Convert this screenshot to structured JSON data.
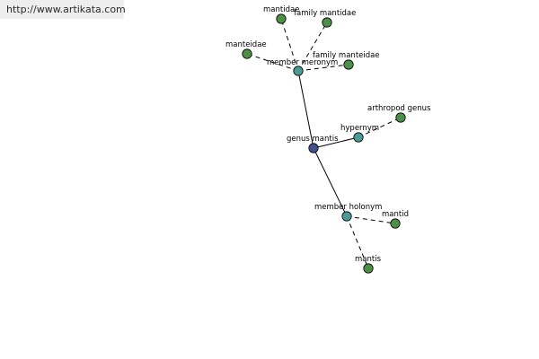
{
  "banner": {
    "url": "http://www.artikata.com"
  },
  "graph": {
    "colors": {
      "center": "#44508c",
      "relation": "#4a9a96",
      "leaf": "#4e8f48"
    },
    "nodes": [
      {
        "id": "genus-mantis",
        "label": "genus mantis",
        "kind": "center"
      },
      {
        "id": "member-meronym",
        "label": "member meronym",
        "kind": "relation"
      },
      {
        "id": "hypernym",
        "label": "hypernym",
        "kind": "relation"
      },
      {
        "id": "member-holonym",
        "label": "member holonym",
        "kind": "relation"
      },
      {
        "id": "mantidae",
        "label": "mantidae",
        "kind": "leaf"
      },
      {
        "id": "family-mantidae",
        "label": "family mantidae",
        "kind": "leaf"
      },
      {
        "id": "manteidae",
        "label": "manteidae",
        "kind": "leaf"
      },
      {
        "id": "family-manteidae",
        "label": "family manteidae",
        "kind": "leaf"
      },
      {
        "id": "arthropod-genus",
        "label": "arthropod genus",
        "kind": "leaf"
      },
      {
        "id": "mantid",
        "label": "mantid",
        "kind": "leaf"
      },
      {
        "id": "mantis",
        "label": "mantis",
        "kind": "leaf"
      }
    ],
    "edges": [
      {
        "from": "genus-mantis",
        "to": "member-meronym",
        "style": "solid"
      },
      {
        "from": "genus-mantis",
        "to": "hypernym",
        "style": "solid"
      },
      {
        "from": "genus-mantis",
        "to": "member-holonym",
        "style": "solid"
      },
      {
        "from": "member-meronym",
        "to": "mantidae",
        "style": "dashed"
      },
      {
        "from": "member-meronym",
        "to": "family-mantidae",
        "style": "dashed"
      },
      {
        "from": "member-meronym",
        "to": "manteidae",
        "style": "dashed"
      },
      {
        "from": "member-meronym",
        "to": "family-manteidae",
        "style": "dashed"
      },
      {
        "from": "hypernym",
        "to": "arthropod-genus",
        "style": "dashed"
      },
      {
        "from": "member-holonym",
        "to": "mantid",
        "style": "dashed"
      },
      {
        "from": "member-holonym",
        "to": "mantis",
        "style": "dashed"
      }
    ]
  }
}
